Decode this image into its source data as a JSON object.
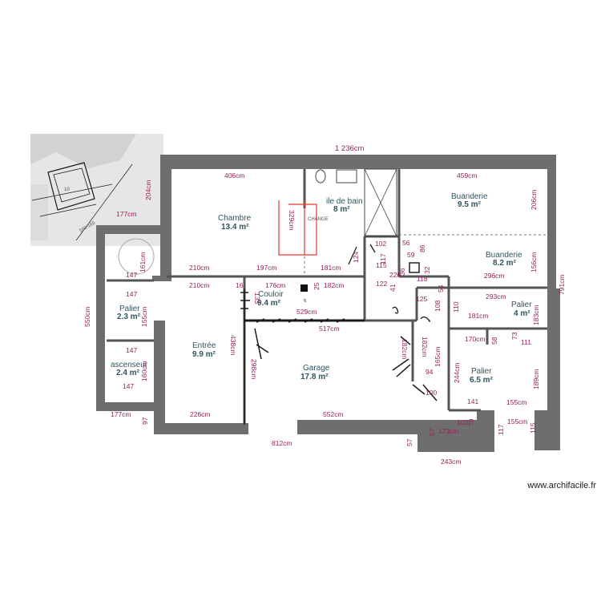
{
  "rooms": {
    "chambre": {
      "name": "Chambre",
      "area": "13.4 m²"
    },
    "salle_de_bain": {
      "name": "ile de bain",
      "area": "8 m²"
    },
    "buanderie1": {
      "name": "Buanderie",
      "area": "9.5 m²"
    },
    "buanderie2": {
      "name": "Buanderie",
      "area": "8.2 m²"
    },
    "palier_left": {
      "name": "Palier",
      "area": "2.3 m²"
    },
    "ascenseur": {
      "name": "ascenseur",
      "area": "2.4 m²"
    },
    "entree": {
      "name": "Entrée",
      "area": "9.9 m²"
    },
    "couloir": {
      "name": "Couloir",
      "area": "9.4 m²"
    },
    "garage": {
      "name": "Garage",
      "area": "17.8 m²"
    },
    "palier_right": {
      "name": "Palier",
      "area": "4 m²"
    },
    "palier_small": {
      "name": "Palier",
      "area": "6.5 m²"
    }
  },
  "dimensions": {
    "top_total": "1 236cm",
    "left_top": "204cm",
    "left_177_top": "177cm",
    "left_550": "550cm",
    "left_177_bottom": "177cm",
    "left_97": "97",
    "right_791": "791cm",
    "right_206": "206cm",
    "right_156": "156cm",
    "right_183": "183cm",
    "right_189": "189cm",
    "right_117": "117",
    "right_115": "115",
    "ch_406": "406cm",
    "ch_329": "329cm",
    "ch_210_a": "210cm",
    "ch_197": "197cm",
    "ch_181": "181cm",
    "ch_210_b": "210cm",
    "bu_459": "459cm",
    "bu_296": "296cm",
    "n102": "102",
    "n56": "56",
    "n86": "86",
    "n117_mid": "117",
    "n124": "124",
    "n115_mid": "115",
    "n59": "59",
    "n36": "36",
    "n32": "32",
    "n220": "220",
    "n118": "118",
    "n122": "122",
    "n41": "41",
    "n25": "25",
    "n16": "16",
    "n54": "54",
    "n125": "125",
    "n108": "108",
    "n110": "110",
    "n293": "293cm",
    "n181r": "181cm",
    "co_176": "176cm",
    "co_182": "182cm",
    "co_529": "529cm",
    "co_517": "517cm",
    "co_133": "133",
    "en_438": "438cm",
    "en_298": "298cm",
    "en_226": "226cm",
    "ga_552": "552cm",
    "ga_182": "182cm",
    "ga_182b": "182cm",
    "ga_165": "165cm",
    "ga_94": "94",
    "ga_244": "244cm",
    "ga_100": "100",
    "ga_57a": "57",
    "ga_173": "173cm",
    "ga_103": "103",
    "ga_79": "79",
    "ga_57b": "57",
    "pa_170": "170cm",
    "pa_58": "58",
    "pa_73": "73",
    "pa_111": "111",
    "pa_141": "141",
    "pa_155": "155cm",
    "pa_155b": "155cm",
    "bot_812": "812cm",
    "bot_243": "243cm",
    "sm_147a": "147",
    "sm_161": "161cm",
    "sm_147b": "147",
    "sm_155": "155cm",
    "sm_147c": "147",
    "sm_160": "160cm",
    "sm_147d": "147",
    "change_label": "CHANGE",
    "sketch_label": "10",
    "sketch_dim": "160-165"
  },
  "watermark": "www.archifacile.fr",
  "colors": {
    "wall": "#6e6e6e",
    "dimension": "#9b1f5a",
    "room_text": "#2f5560",
    "annotation_red": "#e33333"
  }
}
